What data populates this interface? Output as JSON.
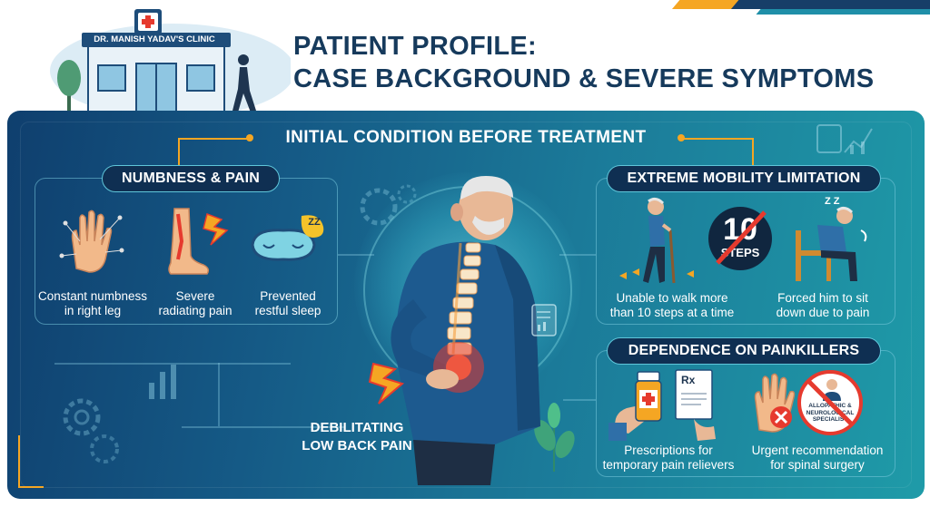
{
  "header": {
    "clinic_sign": "DR. MANISH YADAV'S CLINIC",
    "title_line1": "PATIENT PROFILE:",
    "title_line2": "CASE BACKGROUND & SEVERE SYMPTOMS"
  },
  "main": {
    "section_title": "INITIAL CONDITION BEFORE TREATMENT",
    "center_label_line1": "DEBILITATING",
    "center_label_line2": "LOW BACK PAIN"
  },
  "numbness_pain": {
    "title": "NUMBNESS & PAIN",
    "items": [
      {
        "line1": "Constant numbness",
        "line2": "in right leg",
        "icon": "hand-numbness-icon"
      },
      {
        "line1": "Severe",
        "line2": "radiating pain",
        "icon": "leg-pain-icon"
      },
      {
        "line1": "Prevented",
        "line2": "restful sleep",
        "icon": "sleep-mask-icon"
      }
    ],
    "sleep_badge": "ZZ"
  },
  "mobility": {
    "title": "EXTREME MOBILITY LIMITATION",
    "badge_number": "10",
    "badge_text": "STEPS",
    "sleep_badge": "Z Z",
    "items": [
      {
        "line1": "Unable to walk more",
        "line2": "than 10 steps at a time",
        "icon": "walking-cane-icon"
      },
      {
        "line1": "Forced him to sit",
        "line2": "down due to pain",
        "icon": "seated-man-icon"
      }
    ]
  },
  "painkillers": {
    "title": "DEPENDENCE ON PAINKILLERS",
    "rx_label": "Rx",
    "specialist_line1": "ALLOPATHIC &",
    "specialist_line2": "NEUROLOGICAL",
    "specialist_line3": "SPECIALIST",
    "items": [
      {
        "line1": "Prescriptions for",
        "line2": "temporary pain relievers",
        "icon": "pill-bottle-icon"
      },
      {
        "line1": "Urgent recommendation",
        "line2": "for spinal surgery",
        "icon": "no-specialist-icon"
      }
    ]
  },
  "colors": {
    "title_navy": "#163a5c",
    "accent_orange": "#f5a623",
    "pain_red": "#e63a2e",
    "panel_teal": "#1b7a99"
  }
}
